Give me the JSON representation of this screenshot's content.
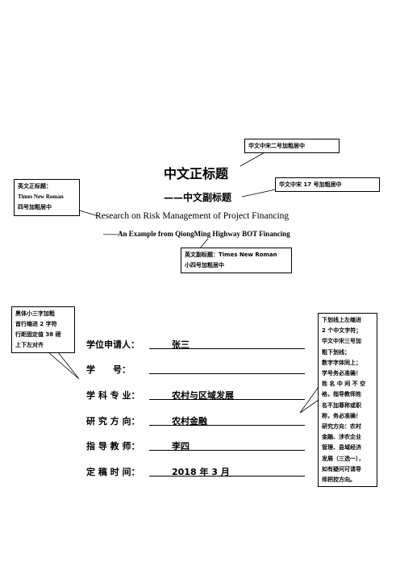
{
  "callouts": {
    "title_note": "华文中宋二号加粗居中",
    "subtitle_note": "华文中宋 17 号加粗居中",
    "en_title_note_line1": "英文正标题：",
    "en_title_note_line2": "Times New Roman",
    "en_title_note_line3": "四号加粗居中",
    "en_subtitle_note_line1": "英文副标题：Times New Roman",
    "en_subtitle_note_line2": "小四号加粗居中",
    "label_note_lines": [
      "黑体小三字加粗",
      "首行缩进 2 字符",
      "行距固定值 38 磅",
      "上下左对齐"
    ],
    "underline_note_lines": [
      "下划线上左缩进",
      "2 个中文字符；",
      "华文中宋三号加",
      "粗下划线；",
      "数字字体同上；",
      "学号务必准确！",
      "姓 名 中 间 不 空",
      "格，指导教师姓",
      "名不加尊称或职",
      "称，务必准确！",
      "研究方向：农村",
      "金融、涉农企业",
      "管理、县域经济",
      "发展（三选一），",
      "如有疑问可请导",
      "师把控方向。"
    ]
  },
  "titles": {
    "main_title": "中文正标题",
    "sub_title": "——中文副标题",
    "en_title": "Research on Risk Management of Project Financing",
    "en_subtitle": "——An Example from QiongMing Highway BOT Financing"
  },
  "form": {
    "applicant_label": "学位申请人：",
    "applicant_value": "张三",
    "student_id_label": "学　　号：",
    "student_id_value": "",
    "major_label": "学 科 专 业：",
    "major_value": "农村与区域发展",
    "research_label": "研 究 方 向：",
    "research_value": "农村金融",
    "advisor_label": "指 导 教 师：",
    "advisor_value": "李四",
    "date_label": "定 稿 时 间：",
    "date_value": "2018 年 3 月"
  }
}
